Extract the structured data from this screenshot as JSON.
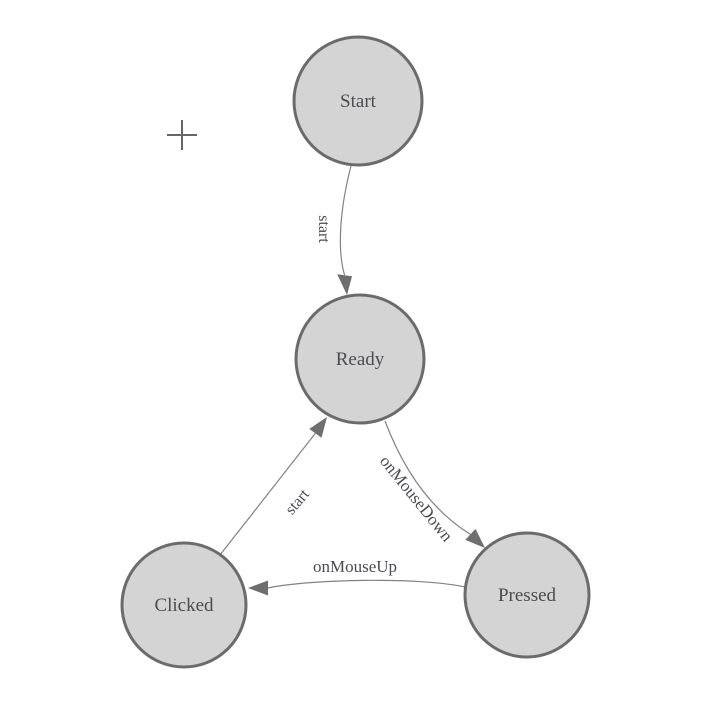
{
  "diagram": {
    "nodes": [
      {
        "id": "start",
        "label": "Start"
      },
      {
        "id": "ready",
        "label": "Ready"
      },
      {
        "id": "pressed",
        "label": "Pressed"
      },
      {
        "id": "clicked",
        "label": "Clicked"
      }
    ],
    "edges": [
      {
        "from": "start",
        "to": "ready",
        "label": "start"
      },
      {
        "from": "ready",
        "to": "pressed",
        "label": "onMouseDown"
      },
      {
        "from": "pressed",
        "to": "clicked",
        "label": "onMouseUp"
      },
      {
        "from": "clicked",
        "to": "ready",
        "label": "start"
      }
    ]
  },
  "icons": {
    "plus_icon": "+"
  },
  "colors": {
    "background": "#ffffff",
    "node_fill": "#d4d4d4",
    "node_stroke": "#6b6b6b",
    "edge_stroke": "#828282",
    "arrow_fill": "#6e6e6e",
    "label_text": "#4b4b51",
    "plus_marker": "#666666"
  }
}
